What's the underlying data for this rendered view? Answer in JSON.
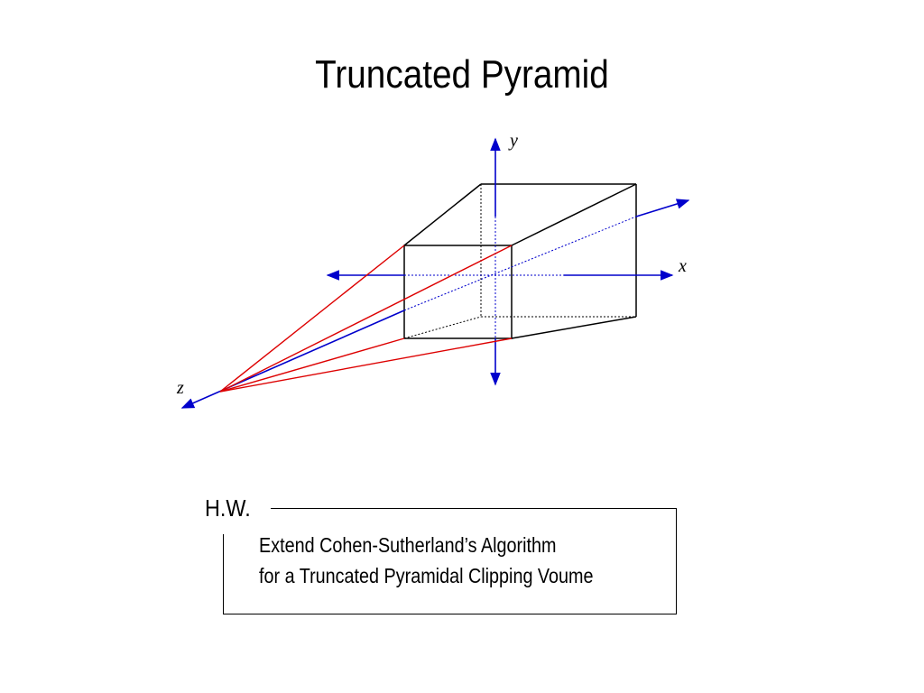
{
  "slide": {
    "title": "Truncated Pyramid"
  },
  "diagram": {
    "axes": {
      "x_label": "x",
      "y_label": "y",
      "z_label": "z"
    },
    "colors": {
      "axis": "#0000cc",
      "projector": "#dd0000",
      "edge": "#000000"
    }
  },
  "homework": {
    "label": "H.W.",
    "lines": [
      "Extend Cohen-Sutherland’s Algorithm",
      "for a Truncated Pyramidal Clipping Voume"
    ]
  }
}
